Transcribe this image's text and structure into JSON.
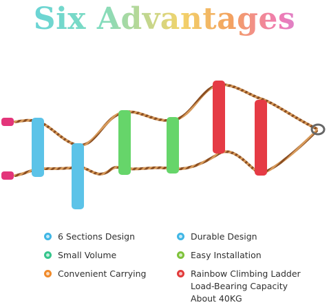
{
  "title": "Six Advantages",
  "features": [
    {
      "label": "6 Sections Design",
      "color": "#3fb6e5"
    },
    {
      "label": "Durable Design",
      "color": "#3fb6e5"
    },
    {
      "label": "Small Volume",
      "color": "#35c58c"
    },
    {
      "label": "Easy Installation",
      "color": "#7ec23a"
    },
    {
      "label": "Convenient Carrying",
      "color": "#f08a2a"
    },
    {
      "label": "Rainbow Climbing Ladder",
      "color": "#e23b3b"
    }
  ],
  "feature6_extra": [
    "Load-Bearing Capacity",
    "About 40KG"
  ],
  "rung_colors": {
    "blue": "#5cc3e8",
    "green": "#66d56a",
    "red": "#e53b45"
  }
}
